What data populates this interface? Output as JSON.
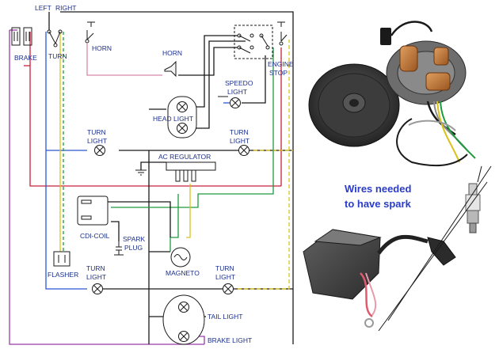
{
  "labels": {
    "left": "LEFT",
    "right": "RIGHT",
    "brake": "BRAKE",
    "turn": "TURN",
    "horn_switch": "HORN",
    "horn": "HORN",
    "engine_stop": [
      "ENGINE",
      "STOP"
    ],
    "speedo_light": [
      "SPEEDO",
      "LIGHT"
    ],
    "head_light": "HEAD LIGHT",
    "turn_light_l": [
      "TURN",
      "LIGHT"
    ],
    "turn_light_r": [
      "TURN",
      "LIGHT"
    ],
    "ac_regulator": "AC REGULATOR",
    "cdi_coil": "CDI-COIL",
    "spark_plug": [
      "SPARK",
      "PLUG"
    ],
    "flasher": "FLASHER",
    "turn_light_bl": [
      "TURN",
      "LIGHT"
    ],
    "magneto": "MAGNETO",
    "turn_light_br": [
      "TURN",
      "LIGHT"
    ],
    "tail_light": "TAIL LIGHT",
    "brake_light": "BRAKE LIGHT"
  },
  "note": [
    "Wires needed",
    "to have spark"
  ],
  "colors": {
    "red": "#c8203a",
    "blue": "#2b56d8",
    "green": "#1e9a3e",
    "yellow": "#d9c21a",
    "purple": "#9a3ca6",
    "pink": "#d888a8",
    "cyan": "#2aa6c8",
    "black": "#1a1a1a",
    "gray": "#8a8a8a",
    "text": "#1c2f8c"
  }
}
